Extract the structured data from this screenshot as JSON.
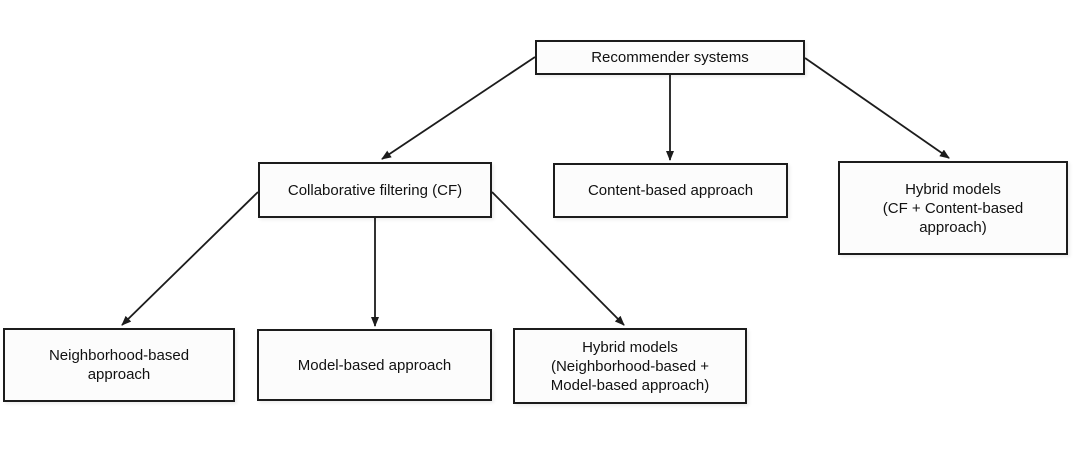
{
  "diagram": {
    "background_color": "#ffffff",
    "box_border_color": "#1c1c1c",
    "box_fill_color": "#fcfcfc",
    "text_color": "#111111",
    "arrow_color": "#1c1c1c",
    "nodes": [
      {
        "id": "recommender-systems",
        "label": "Recommender systems"
      },
      {
        "id": "collaborative-filtering",
        "label": "Collaborative filtering (CF)"
      },
      {
        "id": "content-based",
        "label": "Content-based approach"
      },
      {
        "id": "hybrid-cf-content",
        "label": "Hybrid models\n(CF + Content-based\napproach)"
      },
      {
        "id": "neighborhood-based",
        "label": "Neighborhood-based\napproach"
      },
      {
        "id": "model-based",
        "label": "Model-based approach"
      },
      {
        "id": "hybrid-neighborhood-model",
        "label": "Hybrid models\n(Neighborhood-based +\nModel-based approach)"
      }
    ],
    "edges": [
      {
        "from": "recommender-systems",
        "to": "collaborative-filtering"
      },
      {
        "from": "recommender-systems",
        "to": "content-based"
      },
      {
        "from": "recommender-systems",
        "to": "hybrid-cf-content"
      },
      {
        "from": "collaborative-filtering",
        "to": "neighborhood-based"
      },
      {
        "from": "collaborative-filtering",
        "to": "model-based"
      },
      {
        "from": "collaborative-filtering",
        "to": "hybrid-neighborhood-model"
      }
    ]
  }
}
